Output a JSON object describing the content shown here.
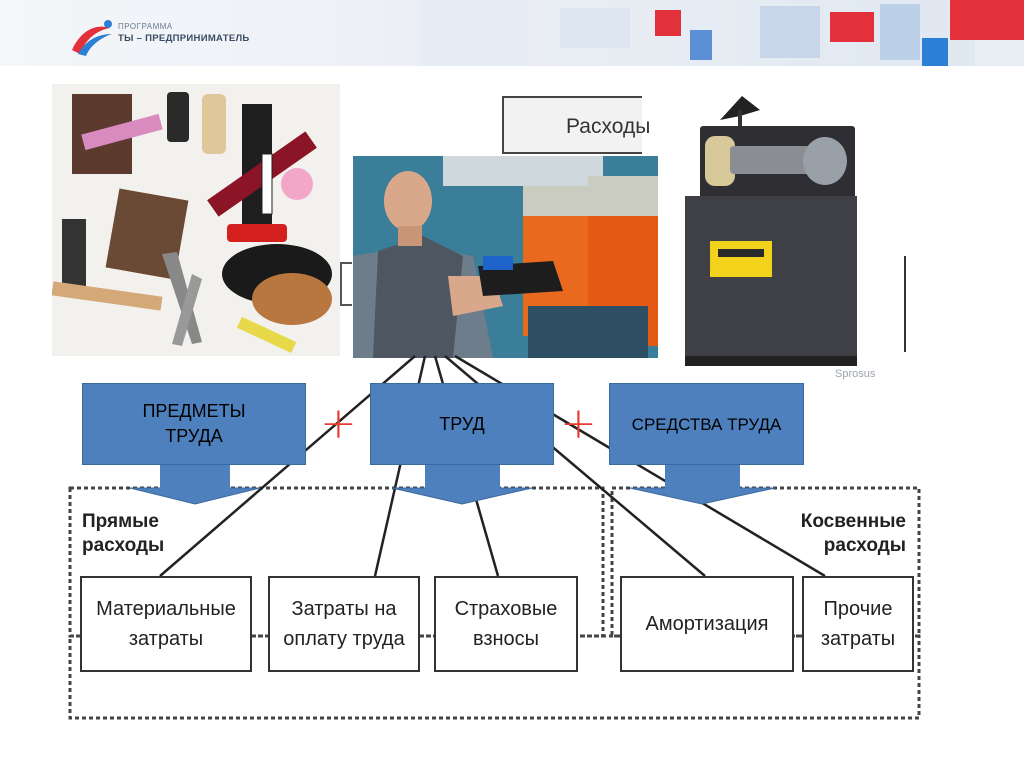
{
  "header": {
    "program_label": "ПРОГРАММА",
    "program_name": "ТЫ – ПРЕДПРИНИМАТЕЛЬ"
  },
  "diagram": {
    "top_label": "Расходы",
    "resources": [
      {
        "id": "objects",
        "label": "ПРЕДМЕТЫ ТРУДА"
      },
      {
        "id": "labor",
        "label": "ТРУД"
      },
      {
        "id": "means",
        "label": "СРЕДСТВА ТРУДА"
      }
    ],
    "operator": "+",
    "groups": {
      "direct": "Прямые расходы",
      "indirect": "Косвенные расходы"
    },
    "costs": [
      {
        "id": "material",
        "label": "Материальные затраты"
      },
      {
        "id": "wages",
        "label": "Затраты на оплату труда"
      },
      {
        "id": "insurance",
        "label": "Страховые взносы"
      },
      {
        "id": "depreciation",
        "label": "Амортизация"
      },
      {
        "id": "other",
        "label": "Прочие затраты"
      }
    ]
  },
  "images": {
    "materials": "shoe-repair-materials-photo",
    "worker": "shoe-repair-worker-photo",
    "machine": "grinding-machine-photo",
    "watermark": "Sprosus"
  },
  "colors": {
    "box_blue": "#4e80bd",
    "plus_red": "#e83a35",
    "accent_red": "#e2313b",
    "accent_blue": "#2b7fd4"
  }
}
